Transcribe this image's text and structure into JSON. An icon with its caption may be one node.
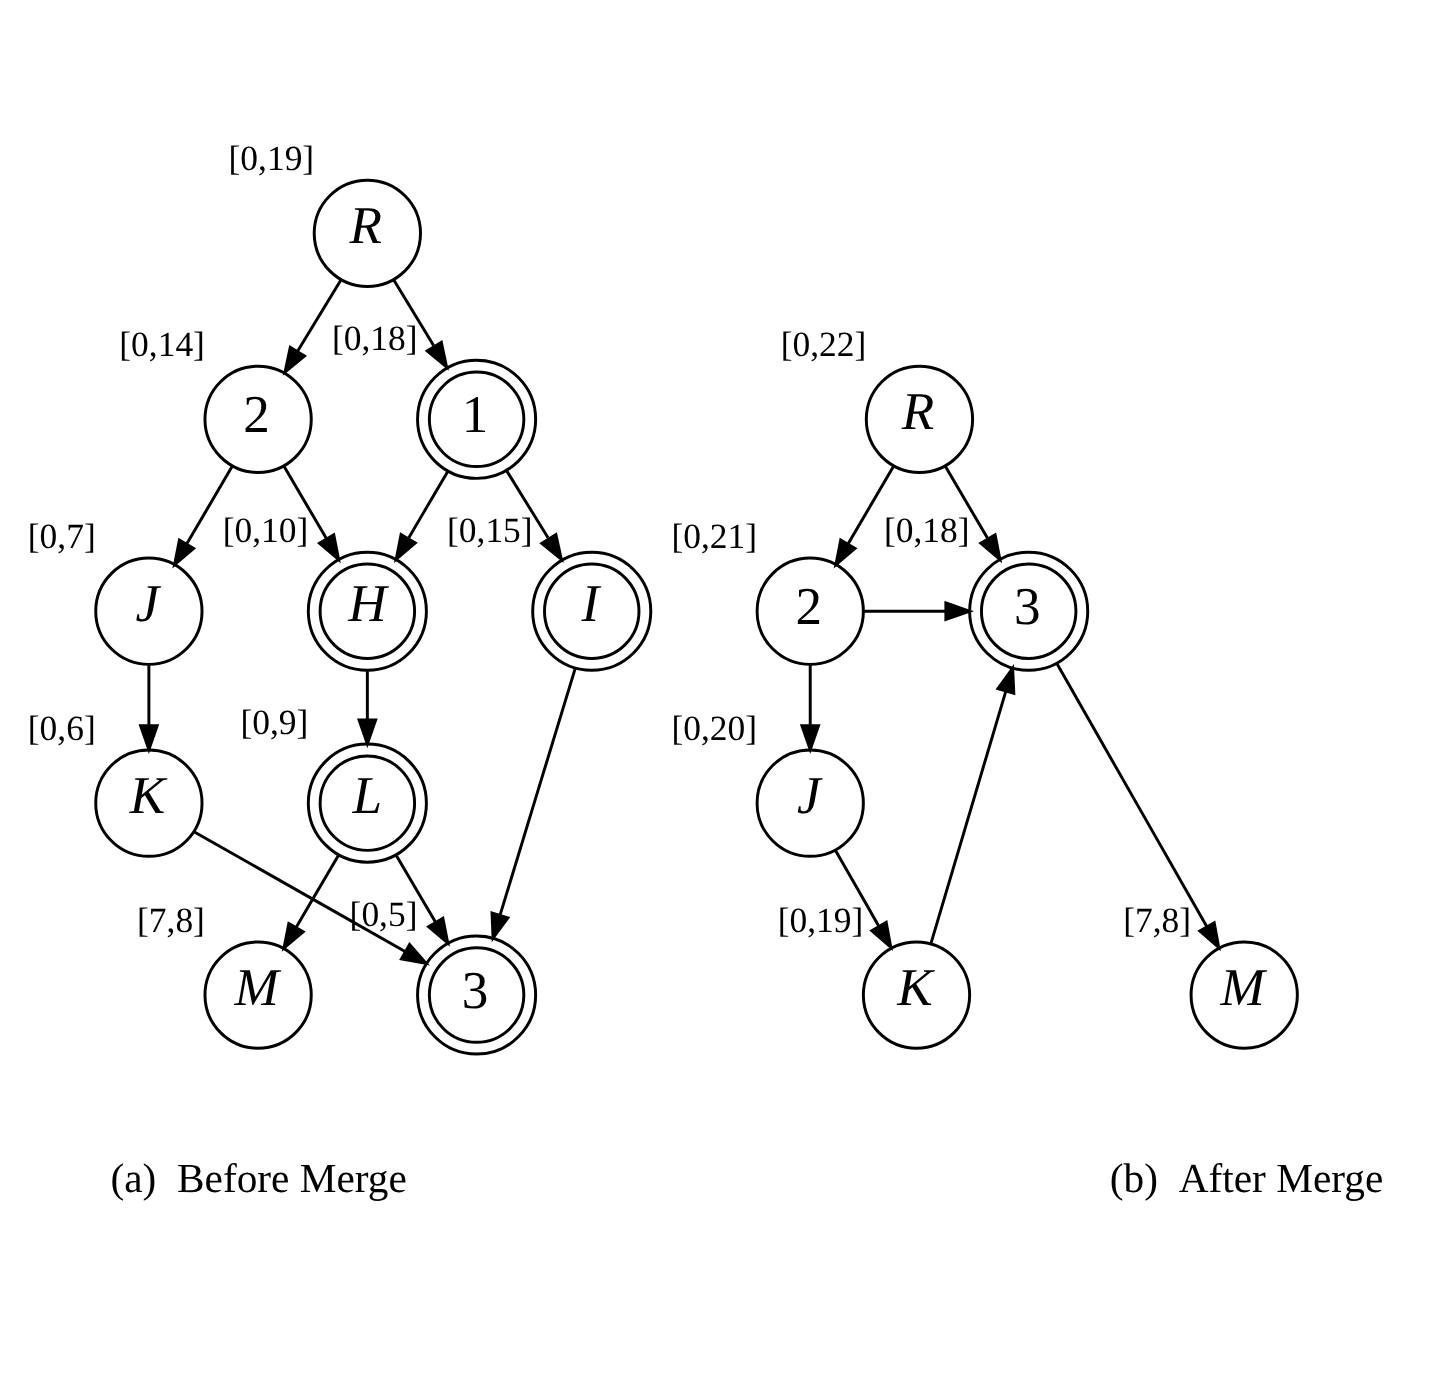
{
  "diagram": {
    "nodes": [
      {
        "text": [
          "R"
        ],
        "beside": [
          "[0,19]"
        ]
      },
      {
        "text": [
          "1"
        ],
        "beside": [
          "[0,18]"
        ]
      },
      {
        "text": [
          "2"
        ],
        "beside": [
          "[0,14]"
        ]
      },
      {
        "text": [
          "H"
        ],
        "beside": [
          "[0,10]"
        ]
      },
      {
        "text": [
          "I"
        ],
        "beside": [
          "[0,15]"
        ]
      },
      {
        "text": [
          "J"
        ],
        "beside": [
          "[0,7]"
        ]
      },
      {
        "text": [
          "K"
        ],
        "beside": [
          "[0,6]"
        ]
      },
      {
        "text": [
          "L"
        ],
        "beside": [
          "[0,9]"
        ]
      },
      {
        "text": [
          "3"
        ],
        "beside": [
          "[0,5]"
        ]
      },
      {
        "text": [
          "M"
        ],
        "beside": [
          "[7,8]"
        ]
      },
      {
        "text": [
          "R"
        ],
        "beside": [
          "[0,22]"
        ]
      },
      {
        "text": [
          "3"
        ],
        "beside": [
          "[0,18]"
        ]
      },
      {
        "text": [
          "2"
        ],
        "beside": [
          "[0,21]"
        ]
      },
      {
        "text": [
          "J"
        ],
        "beside": [
          "[0,20]"
        ]
      },
      {
        "text": [
          "K"
        ],
        "beside": [
          "[0,19]"
        ]
      },
      {
        "text": [
          "M"
        ],
        "beside": [
          "[7,8]"
        ]
      }
    ],
    "edges": [
      {
        "from": 0,
        "to": 1,
        "arrow": "to"
      },
      {
        "from": 0,
        "to": 2,
        "arrow": "to"
      },
      {
        "from": 1,
        "to": 3,
        "arrow": "to"
      },
      {
        "from": 1,
        "to": 4,
        "arrow": "to"
      },
      {
        "from": 2,
        "to": 3,
        "arrow": "to"
      },
      {
        "from": 2,
        "to": 5,
        "arrow": "to"
      },
      {
        "from": 5,
        "to": 6,
        "arrow": "to"
      },
      {
        "from": 3,
        "to": 7,
        "arrow": "to"
      },
      {
        "from": 4,
        "to": 8,
        "arrow": "to"
      },
      {
        "from": 6,
        "to": 8,
        "arrow": "to"
      },
      {
        "from": 7,
        "to": 8,
        "arrow": "to"
      },
      {
        "from": 7,
        "to": 9,
        "arrow": "to"
      },
      {
        "from": 10,
        "to": 11,
        "arrow": "to"
      },
      {
        "from": 10,
        "to": 12,
        "arrow": "to"
      },
      {
        "from": 12,
        "to": 11,
        "arrow": "to"
      },
      {
        "from": 12,
        "to": 13,
        "arrow": "to"
      },
      {
        "from": 13,
        "to": 14,
        "arrow": "to"
      },
      {
        "from": 14,
        "to": 11,
        "arrow": "to"
      },
      {
        "from": 11,
        "to": 15,
        "arrow": "to"
      }
    ],
    "labels": [
      "(a)  Before Merge",
      "(b)  After Merge"
    ]
  }
}
